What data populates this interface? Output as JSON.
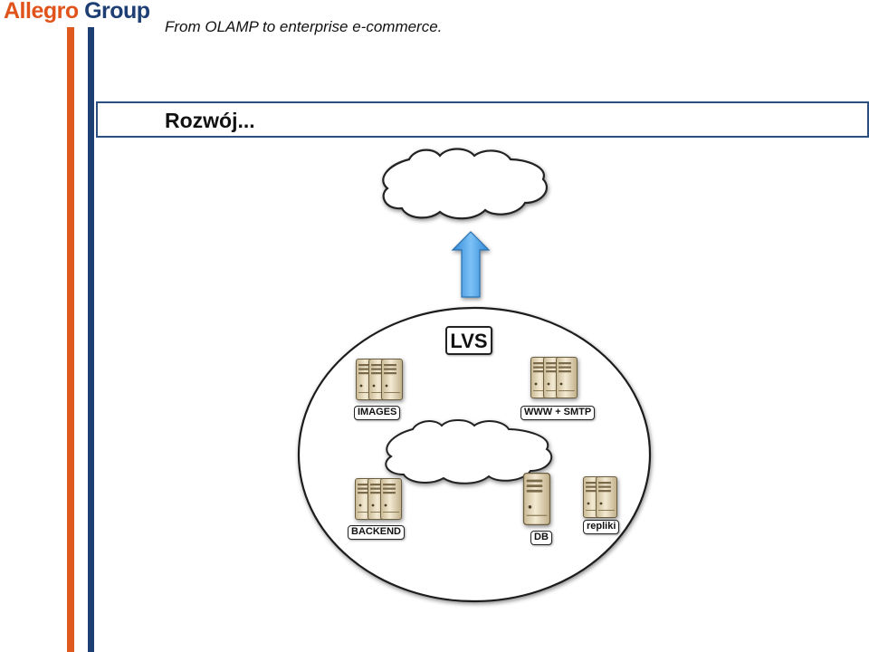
{
  "header": {
    "logo_word1": "Allegro",
    "logo_word2": "Group",
    "subtitle": "From OLAMP to enterprise e-commerce.",
    "slide_title": "Rozwój..."
  },
  "diagram": {
    "labels": {
      "lvs": "LVS",
      "images": "IMAGES",
      "www": "WWW + SMTP",
      "backend": "BACKEND",
      "db": "DB",
      "repliki": "repliki"
    },
    "icons": [
      "internet-cloud-icon",
      "upload-arrow-icon",
      "server-cluster-icon",
      "internal-cloud-icon",
      "database-server-icon"
    ]
  },
  "colors": {
    "orange": "#e05a1f",
    "navy": "#1d3f73",
    "arrow_blue": "#4da3e6",
    "server_beige": "#e8dcc0"
  }
}
